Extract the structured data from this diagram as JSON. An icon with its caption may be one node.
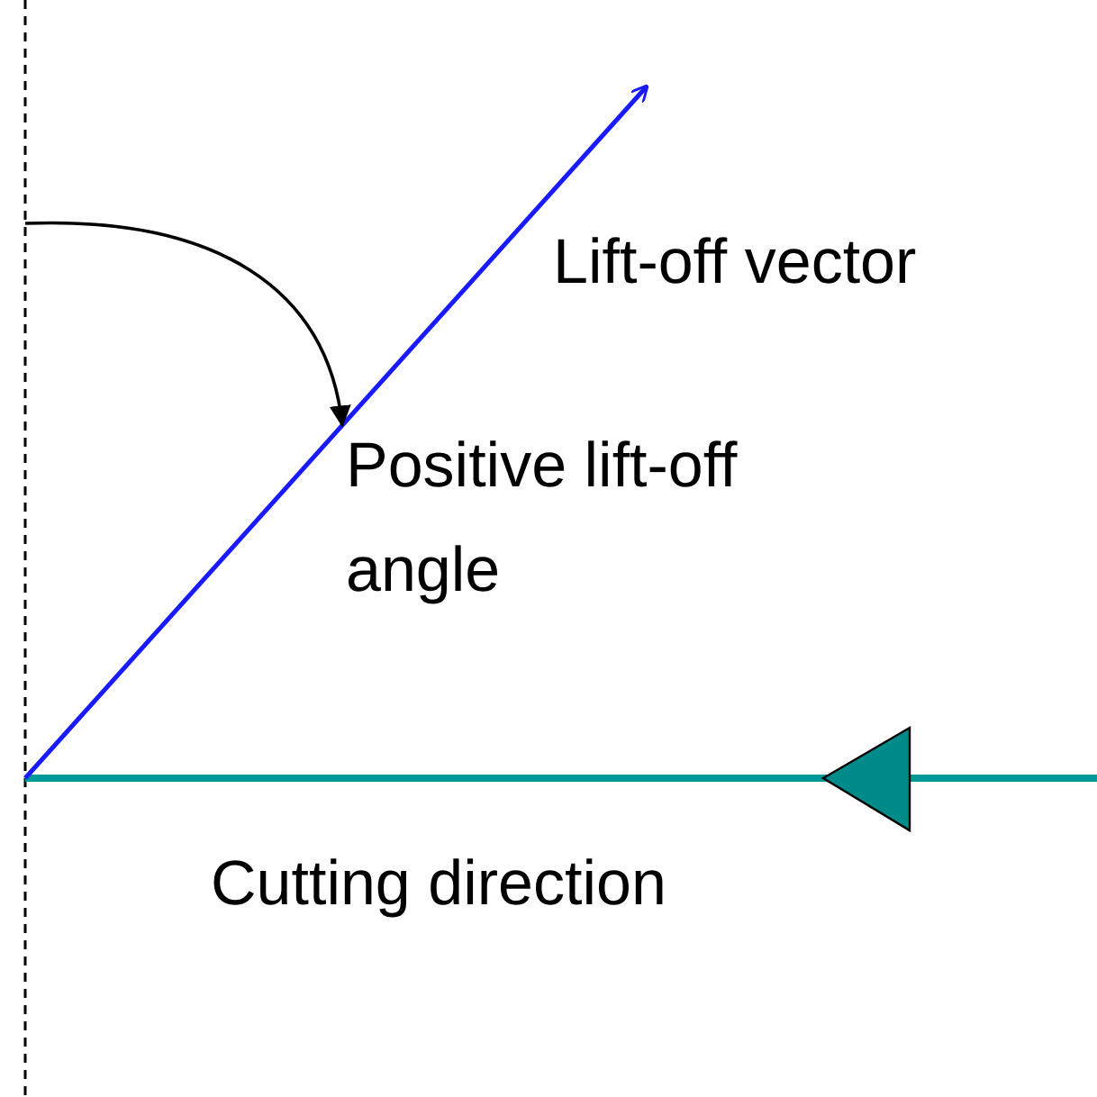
{
  "diagram": {
    "labels": [
      "Lift-off vector",
      "Positive lift-off angle",
      "Cutting direction"
    ]
  }
}
